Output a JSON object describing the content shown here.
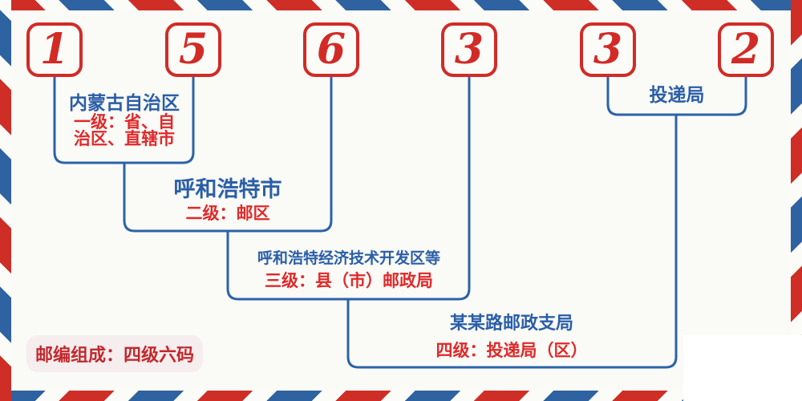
{
  "postal_code": {
    "value": "156332",
    "digits": [
      "1",
      "5",
      "6",
      "3",
      "3",
      "2"
    ]
  },
  "levels": [
    {
      "name": "内蒙古自治区",
      "desc_lines": [
        "一级：省、自",
        "治区、直辖市"
      ]
    },
    {
      "name": "呼和浩特市",
      "desc": "二级：邮区"
    },
    {
      "name": "呼和浩特经济技术开发区等",
      "desc": "三级：县（市）邮政局"
    },
    {
      "name": "某某路邮政支局",
      "desc": "四级：投递局（区）"
    },
    {
      "name": "投递局"
    }
  ],
  "badge": {
    "text": "邮编组成：四级六码"
  },
  "colors": {
    "stripe_red": "#ce2e26",
    "stripe_blue": "#2e62a0",
    "box_red": "#d22b26",
    "line_blue": "#2b63a8",
    "text_blue": "#2a5ea7",
    "text_red": "#e02929",
    "badge_bg": "#f6edee",
    "badge_text": "#c2282c",
    "background": "#fafaf7"
  }
}
